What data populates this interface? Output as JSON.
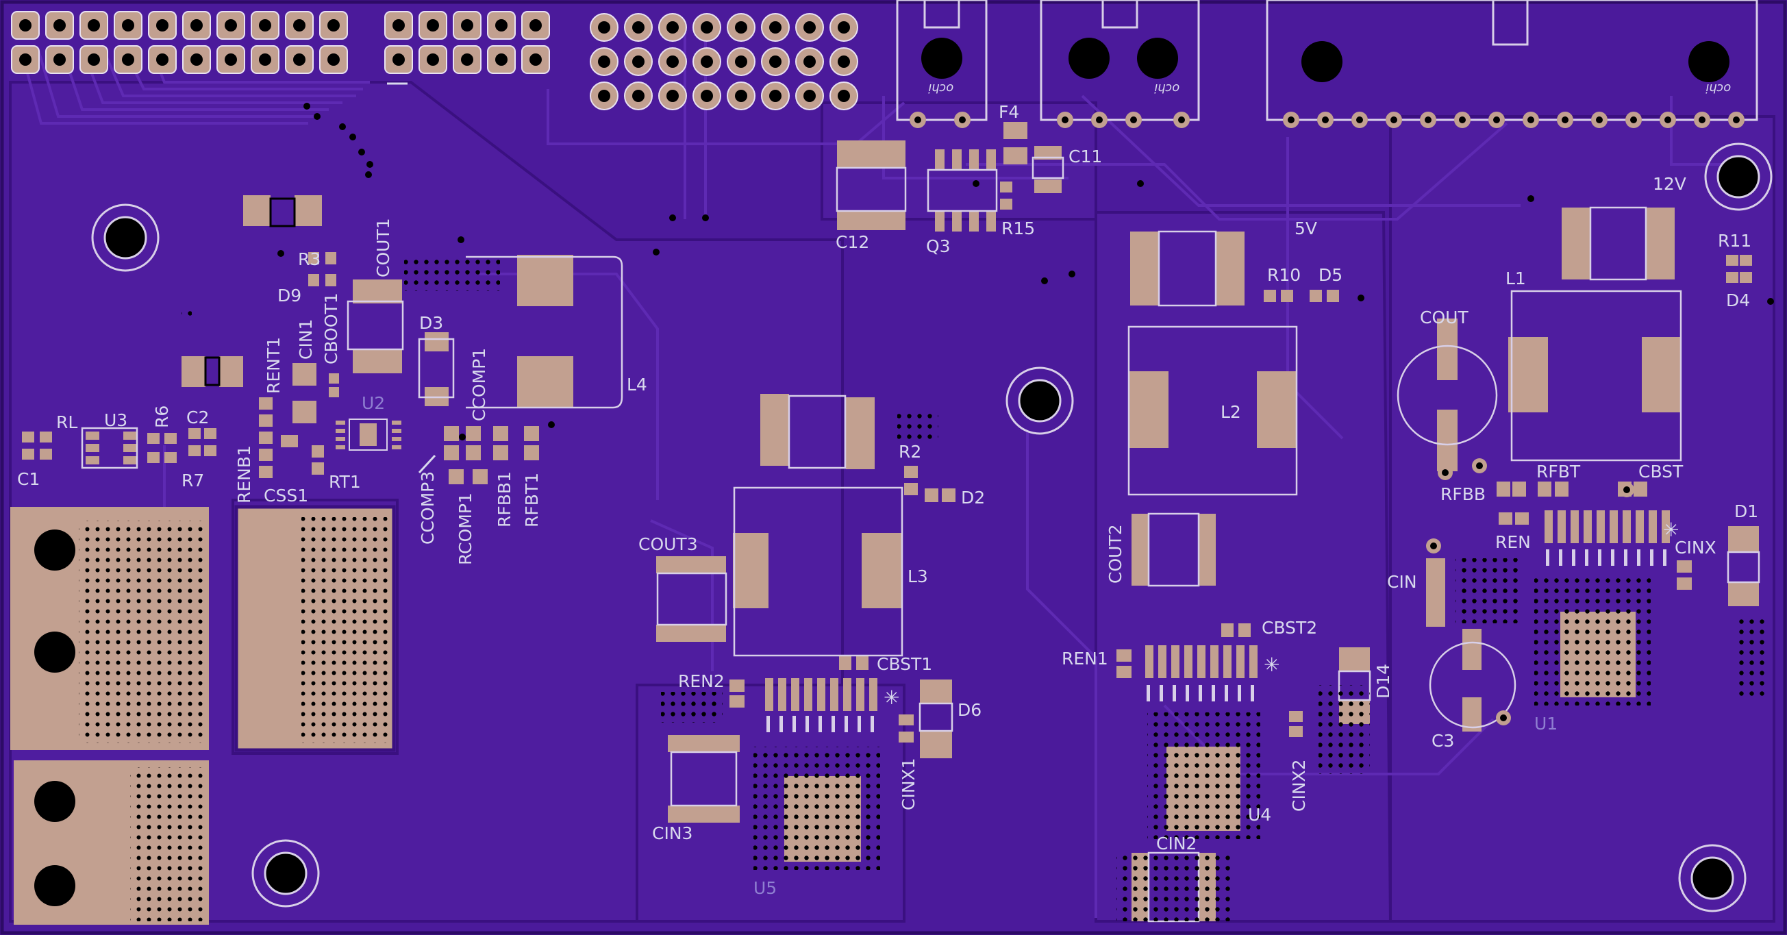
{
  "colors": {
    "board": "#4b1a9b",
    "board_inner": "#52209f",
    "trace": "#5e2ab3",
    "pad": "#c2a090",
    "drill": "#000000",
    "silk": "#d9d9ee",
    "outline": "#2d0b66",
    "ring": "#d8cfe8"
  },
  "labels": {
    "RL": "RL",
    "U3": "U3",
    "R6": "R6",
    "C2": "C2",
    "C1": "C1",
    "R7": "R7",
    "R3": "R3",
    "D9": "D9",
    "COUT1": "COUT1",
    "CBOOT1": "CBOOT1",
    "CIN1": "CIN1",
    "RENT1": "RENT1",
    "D3": "D3",
    "CCOMP1": "CCOMP1",
    "U2": "U2",
    "L4": "L4",
    "RENB1": "RENB1",
    "CSS1": "CSS1",
    "RT1": "RT1",
    "CCOMP3": "CCOMP3",
    "RCOMP1": "RCOMP1",
    "RFBB1": "RFBB1",
    "RFBT1": "RFBT1",
    "C12": "C12",
    "Q3": "Q3",
    "F4": "F4",
    "C11": "C11",
    "R15": "R15",
    "R2": "R2",
    "D2": "D2",
    "COUT3": "COUT3",
    "L3": "L3",
    "CBST1": "CBST1",
    "REN2": "REN2",
    "D6": "D6",
    "CINX1": "CINX1",
    "CIN3": "CIN3",
    "U5": "U5",
    "5V": "5V",
    "R10": "R10",
    "D5": "D5",
    "L2": "L2",
    "COUT2": "COUT2",
    "CBST2": "CBST2",
    "REN1": "REN1",
    "D14": "D14",
    "CINX2": "CINX2",
    "U4": "U4",
    "CIN2": "CIN2",
    "12V": "12V",
    "R11": "R11",
    "D4": "D4",
    "L1": "L1",
    "COUT": "COUT",
    "RFBT": "RFBT",
    "CBST": "CBST",
    "RFBB": "RFBB",
    "REN": "REN",
    "D1": "D1",
    "CINX": "CINX",
    "CIN": "CIN",
    "C3": "C3",
    "U1": "U1",
    "hole_mark": "ᴉɥɔo"
  }
}
